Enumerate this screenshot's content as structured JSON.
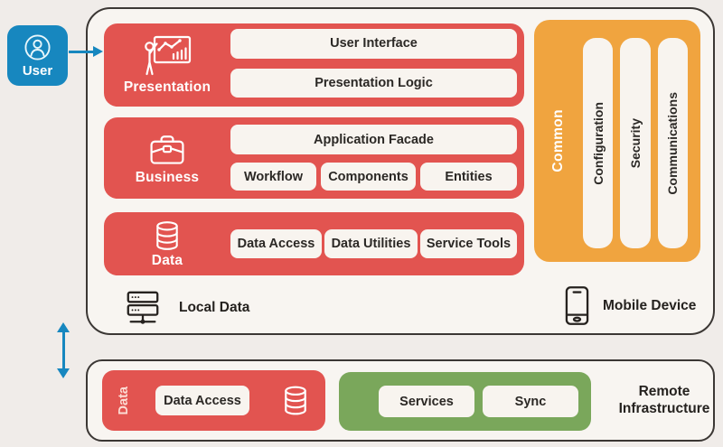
{
  "colors": {
    "red": "#e25450",
    "orange": "#f0a43f",
    "green": "#7aa75b",
    "blue": "#1787bf",
    "panel_background": "#f8f5f1",
    "page_background": "#f0ece9",
    "panel_border": "#3b3734",
    "dark_text": "#25221f"
  },
  "user": {
    "label": "User"
  },
  "device": {
    "presentation": {
      "label": "Presentation",
      "pills": [
        "User Interface",
        "Presentation Logic"
      ]
    },
    "business": {
      "label": "Business",
      "facade_pill": "Application Facade",
      "pills": [
        "Workflow",
        "Components",
        "Entities"
      ]
    },
    "data": {
      "label": "Data",
      "pills": [
        "Data Access",
        "Data Utilities",
        "Service Tools"
      ]
    },
    "common": {
      "label": "Common",
      "pills": [
        "Configuration",
        "Security",
        "Communications"
      ]
    },
    "local_data_label": "Local Data",
    "mobile_device_label": "Mobile Device"
  },
  "remote": {
    "title": "Remote Infrastructure",
    "data_box": {
      "label": "Data",
      "pill": "Data Access"
    },
    "services_box": {
      "pills": [
        "Services",
        "Sync"
      ]
    }
  },
  "icons": {
    "user": "person-avatar-in-circle",
    "presentation": "person-presenting-chart-board",
    "business": "briefcase",
    "data": "database-cylinder",
    "local_data": "server-stack-network",
    "mobile_device": "smartphone",
    "remote_data": "database-cylinder",
    "user_arrow": "right-arrow",
    "sync_arrow": "vertical-double-arrow"
  }
}
